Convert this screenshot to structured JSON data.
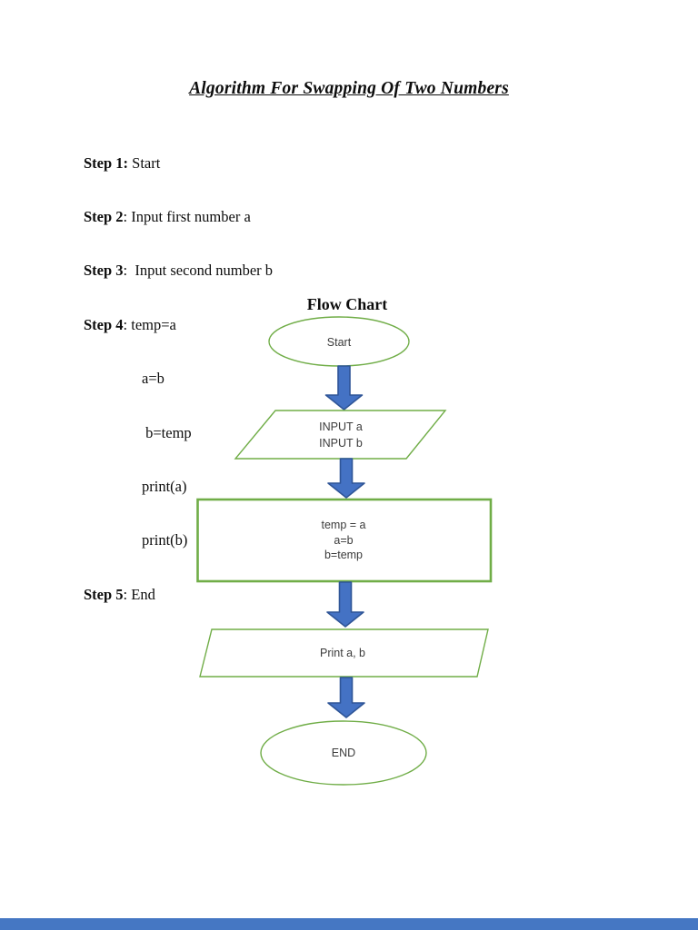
{
  "document": {
    "title": "Algorithm For Swapping Of Two Numbers",
    "flowchart_heading": "Flow Chart"
  },
  "algorithm": {
    "lines": [
      {
        "bold": "Step 1:",
        "rest": " Start"
      },
      {
        "bold": "Step 2",
        "rest": ": Input first number a"
      },
      {
        "bold": "Step 3",
        "rest": ":  Input second number b"
      },
      {
        "bold": "Step 4",
        "rest": ": temp=a"
      },
      {
        "bold": "",
        "rest": "a=b"
      },
      {
        "bold": "",
        "rest": " b=temp"
      },
      {
        "bold": "",
        "rest": "print(a)"
      },
      {
        "bold": "",
        "rest": "print(b)"
      },
      {
        "bold": "Step 5",
        "rest": ": End"
      }
    ]
  },
  "flowchart": {
    "start": {
      "label": "Start"
    },
    "input": {
      "line1": "INPUT a",
      "line2": "INPUT b"
    },
    "process": {
      "line1": "temp = a",
      "line2": "a=b",
      "line3": "b=temp"
    },
    "output": {
      "label": "Print a, b"
    },
    "end": {
      "label": "END"
    },
    "colors": {
      "shape_border": "#70AD47",
      "arrow_fill": "#4472C4",
      "arrow_border": "#2F5597"
    }
  },
  "viewer": {
    "bottom_bar_color": "#4577c3"
  }
}
